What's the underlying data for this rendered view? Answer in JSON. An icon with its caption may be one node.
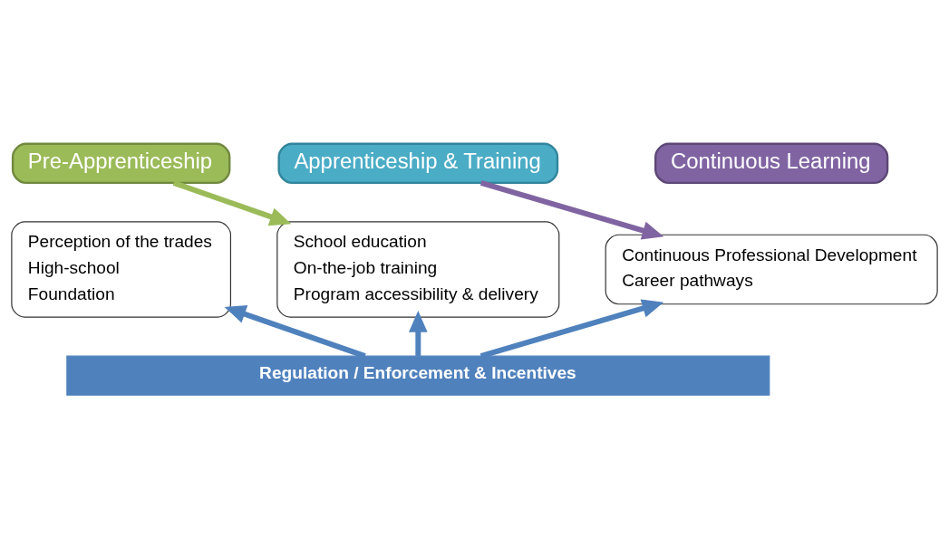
{
  "diagram": {
    "nodes": [
      {
        "text": [
          "Perception of the trades",
          "High-school",
          "Foundation"
        ]
      },
      {
        "text": [
          "Pre-Apprenticeship"
        ]
      },
      {
        "text": [
          "School education",
          "On-the-job training",
          "Program accessibility & delivery"
        ]
      },
      {
        "text": [
          "Apprenticeship & Training"
        ]
      },
      {
        "text": [
          "Continuous Professional Development",
          "Career pathways"
        ]
      },
      {
        "text": [
          "Continuous Learning"
        ]
      },
      {
        "text": [
          "Regulation / Enforcement & Incentives"
        ]
      }
    ],
    "edges": [
      {
        "from": 1,
        "to": 2,
        "arrow": "to",
        "color": "#9bbb59"
      },
      {
        "from": 3,
        "to": 4,
        "arrow": "to",
        "color": "#8064a2"
      },
      {
        "from": 6,
        "to": 0,
        "arrow": "to"
      },
      {
        "from": 6,
        "to": 2,
        "arrow": "to"
      },
      {
        "from": 6,
        "to": 4,
        "arrow": "to"
      }
    ]
  }
}
